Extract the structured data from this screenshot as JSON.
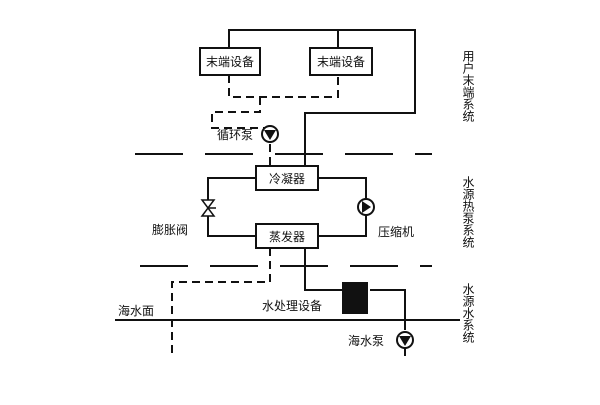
{
  "diagram": {
    "colors": {
      "line": "#111111",
      "background": "#ffffff",
      "fill_dark": "#111111"
    },
    "sections": [
      {
        "id": "user",
        "label": "用户末端系统"
      },
      {
        "id": "heatpump",
        "label": "水源热泵系统"
      },
      {
        "id": "water",
        "label": "水源水系统"
      }
    ],
    "boxes": {
      "terminal_1": "末端设备",
      "terminal_2": "末端设备",
      "condenser": "冷凝器",
      "evaporator": "蒸发器"
    },
    "labels": {
      "circulation_pump": "循环泵",
      "expansion_valve": "膨胀阀",
      "compressor": "压缩机",
      "sea_level": "海水面",
      "water_treatment": "水处理设备",
      "sea_pump": "海水泵"
    },
    "icons": [
      "pump-icon",
      "valve-icon",
      "compressor-icon",
      "treatment-block-icon"
    ]
  }
}
